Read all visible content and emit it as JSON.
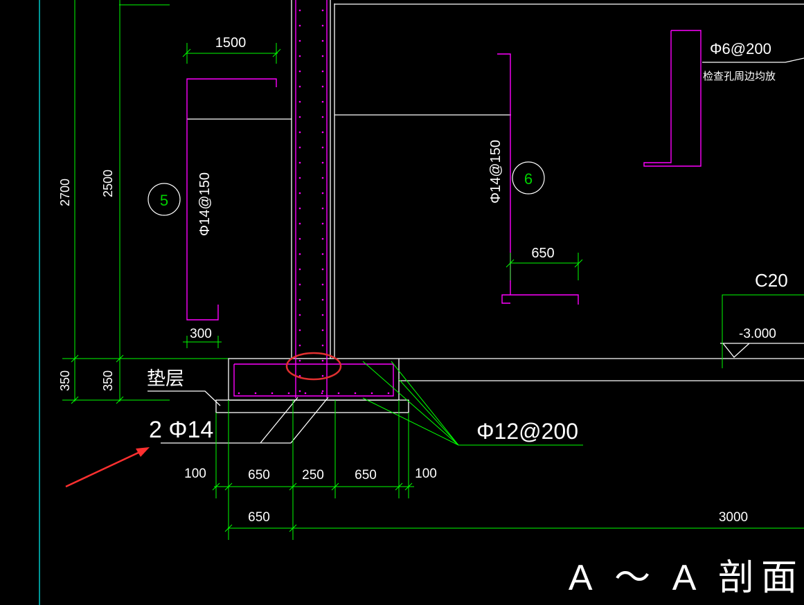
{
  "drawing": {
    "title": "A ～ A 剖面",
    "labels": {
      "wall_top_width": "1500",
      "rebar_5": "Φ14@150",
      "rebar_6": "Φ14@150",
      "rebar_top_right": "Φ6@200",
      "rebar_note": "检查孔周边均放",
      "mark_5": "5",
      "mark_6": "6",
      "dim_650_mid": "650",
      "dim_300": "300",
      "concrete": "C20",
      "elevation": "-3.000",
      "cushion": "垫层",
      "bottom_bars": "2 Φ14",
      "slab_bars": "Φ12@200"
    },
    "vertical_dims": {
      "d2700": "2700",
      "d2500": "2500",
      "d350a": "350",
      "d350b": "350"
    },
    "bottom_dims": {
      "d100_left": "100",
      "d650_a": "650",
      "d250": "250",
      "d650_b": "650",
      "d100_right": "100",
      "d650_c": "650",
      "d3000": "3000"
    }
  },
  "colors": {
    "background": "#000000",
    "structure": "#ffffff",
    "rebar": "#ff00ff",
    "dimension": "#00ff00",
    "annotation_arrow": "#ff3030",
    "highlight_circle": "#e03030",
    "frame_line": "#00c8c8"
  }
}
